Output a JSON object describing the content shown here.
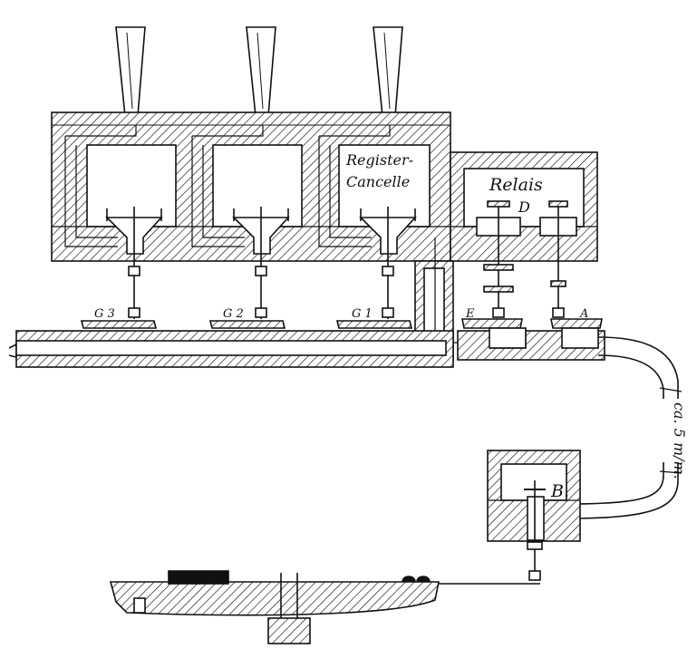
{
  "labels": {
    "register_line1": "Register-",
    "register_line2": "Cancelle",
    "relais": "Relais",
    "d": "D",
    "g3": "G 3",
    "g2": "G 2",
    "g1": "G 1",
    "e": "E",
    "a": "A",
    "b": "B.",
    "tube": "ca. 5 m/m."
  },
  "colors": {
    "ink": "#111111",
    "paper": "#ffffff"
  }
}
